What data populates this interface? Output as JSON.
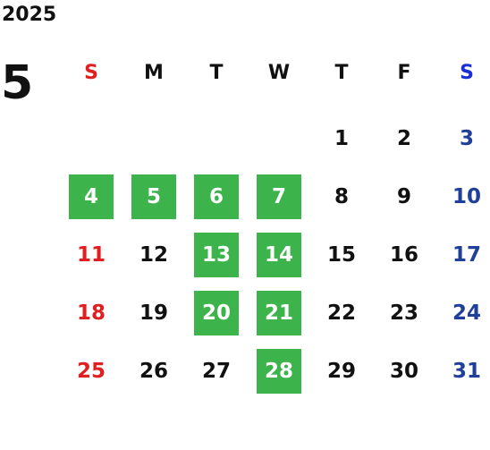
{
  "calendar": {
    "year": "2025",
    "month": "5",
    "weekdays": [
      "S",
      "M",
      "T",
      "W",
      "T",
      "F",
      "S"
    ],
    "colors": {
      "sunday": "#e02020",
      "saturday": "#1f3f9a",
      "weekday": "#111111",
      "highlight_bg": "#3cb44b",
      "highlight_text": "#ffffff",
      "saturday_header": "#1a2fd8"
    },
    "weeks": [
      [
        null,
        null,
        null,
        null,
        1,
        2,
        3
      ],
      [
        4,
        5,
        6,
        7,
        8,
        9,
        10
      ],
      [
        11,
        12,
        13,
        14,
        15,
        16,
        17
      ],
      [
        18,
        19,
        20,
        21,
        22,
        23,
        24
      ],
      [
        25,
        26,
        27,
        28,
        29,
        30,
        31
      ]
    ],
    "highlighted_days": [
      4,
      5,
      6,
      7,
      13,
      14,
      20,
      21,
      28
    ]
  }
}
